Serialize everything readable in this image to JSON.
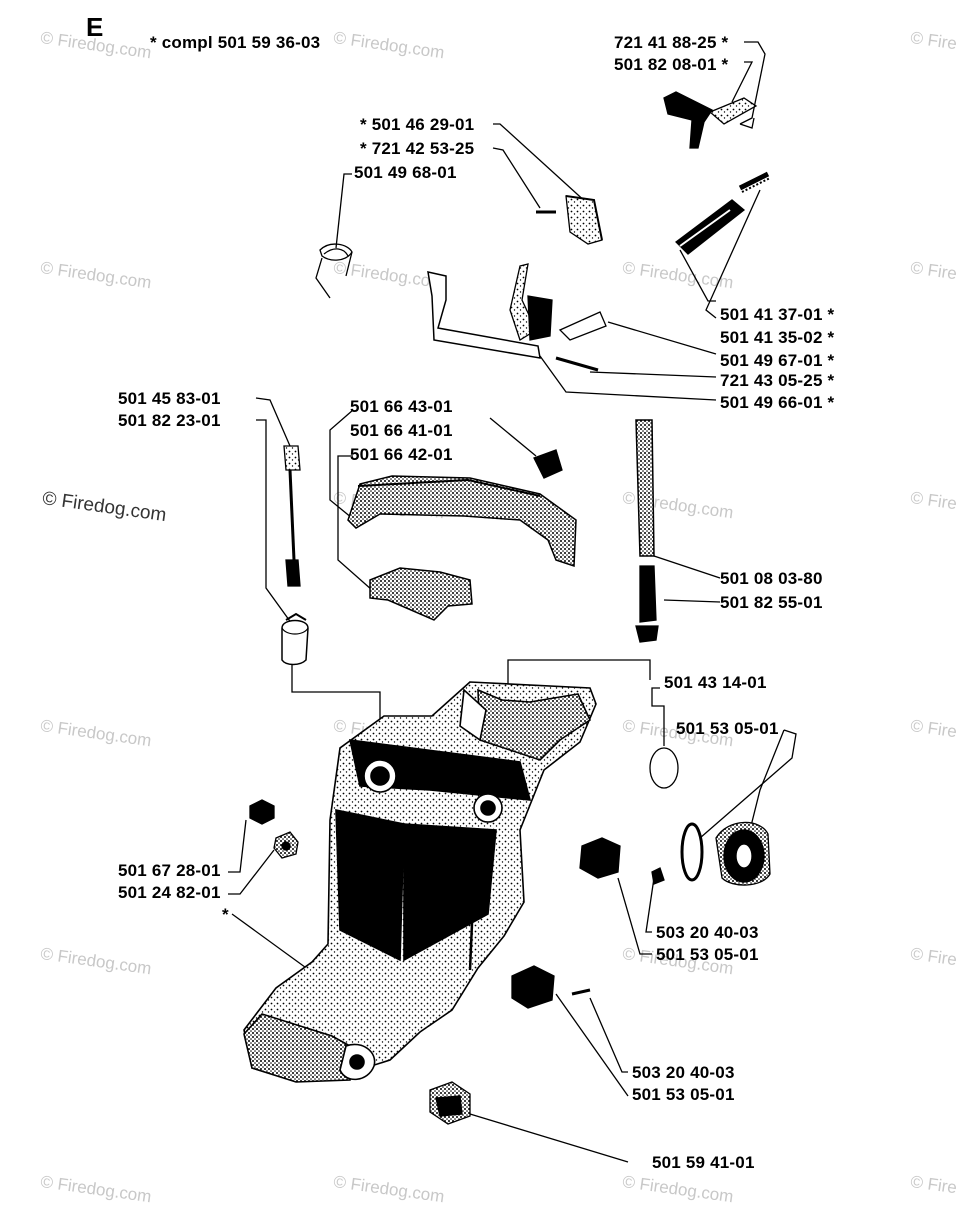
{
  "diagram": {
    "section": "E",
    "assembly_note": "* compl 501 59 36-03",
    "watermark": "© Firedog.com",
    "labels": [
      {
        "id": "p01",
        "text": "721 41 88-25  *"
      },
      {
        "id": "p02",
        "text": "501 82 08-01  *"
      },
      {
        "id": "p03",
        "text": "*  501 46 29-01"
      },
      {
        "id": "p04",
        "text": "*  721 42 53-25"
      },
      {
        "id": "p05",
        "text": "501 49 68-01"
      },
      {
        "id": "p06",
        "text": "501 41 37-01  *"
      },
      {
        "id": "p07",
        "text": "501 41 35-02  *"
      },
      {
        "id": "p08",
        "text": "501 49 67-01  *"
      },
      {
        "id": "p09",
        "text": "721 43 05-25  *"
      },
      {
        "id": "p10",
        "text": "501 49 66-01  *"
      },
      {
        "id": "p11",
        "text": "501 45 83-01"
      },
      {
        "id": "p12",
        "text": "501 82 23-01"
      },
      {
        "id": "p13",
        "text": "501 66 43-01"
      },
      {
        "id": "p14",
        "text": "501 66 41-01"
      },
      {
        "id": "p15",
        "text": "501 66 42-01"
      },
      {
        "id": "p16",
        "text": "501 08 03-80"
      },
      {
        "id": "p17",
        "text": "501 82 55-01"
      },
      {
        "id": "p18",
        "text": "501 43 14-01"
      },
      {
        "id": "p19",
        "text": "501 53 05-01"
      },
      {
        "id": "p20",
        "text": "501 67 28-01"
      },
      {
        "id": "p21",
        "text": "501 24 82-01"
      },
      {
        "id": "p22",
        "text": "*"
      },
      {
        "id": "p23",
        "text": "503 20 40-03"
      },
      {
        "id": "p24",
        "text": "501 53 05-01"
      },
      {
        "id": "p25",
        "text": "503 20 40-03"
      },
      {
        "id": "p26",
        "text": "501 53 05-01"
      },
      {
        "id": "p27",
        "text": "501 59 41-01"
      }
    ]
  }
}
